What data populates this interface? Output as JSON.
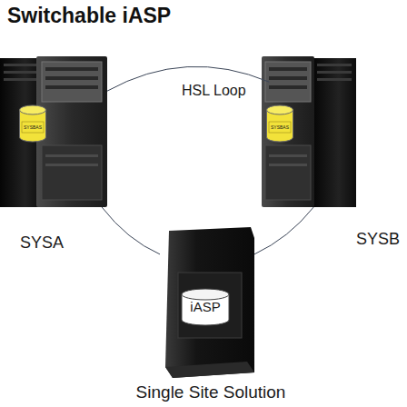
{
  "diagram": {
    "title": "Switchable iASP",
    "caption": "Single Site Solution",
    "nodes": [
      {
        "text": [
          "SYSA"
        ]
      },
      {
        "text": [
          "SYSBAS"
        ],
        "in": 0
      },
      {
        "text": [
          "SYSB"
        ]
      },
      {
        "text": [
          "SYSBAS"
        ],
        "in": 2
      },
      {
        "text": [
          "iASP"
        ]
      }
    ],
    "edges": [
      {
        "from": 0,
        "to": 2,
        "arrow": "none",
        "label": "HSL Loop"
      },
      {
        "from": 0,
        "to": 4,
        "arrow": "none"
      },
      {
        "from": 2,
        "to": 4,
        "arrow": "none"
      }
    ]
  }
}
